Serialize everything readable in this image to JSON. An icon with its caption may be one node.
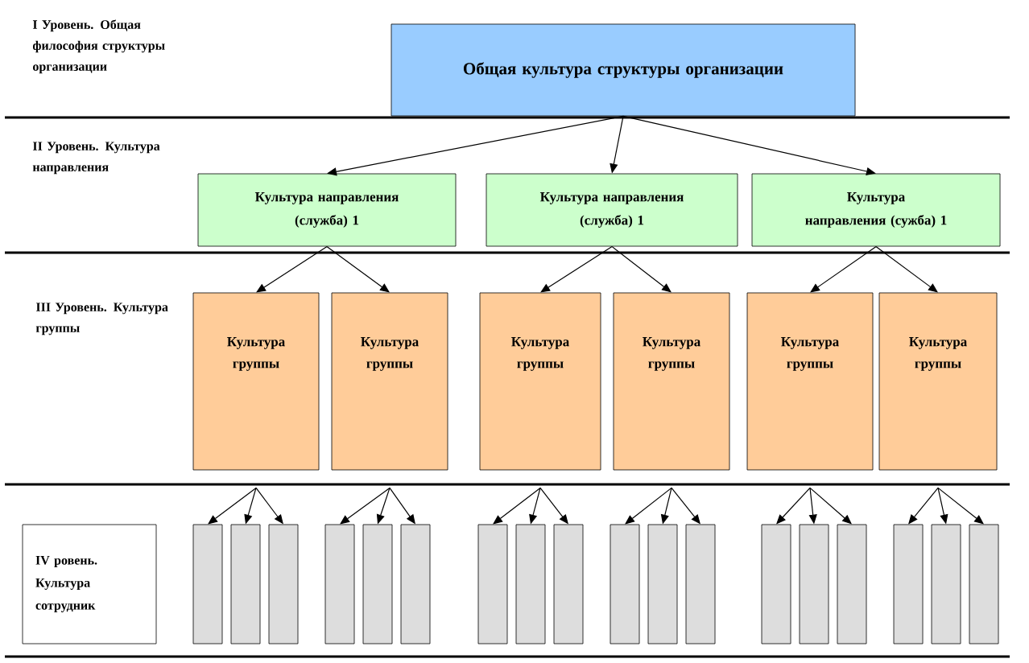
{
  "diagram": {
    "nodes": [
      {
        "text": [
          "Общая культура структуры организации"
        ]
      },
      {
        "text": [
          "Культура направления (служба) 1"
        ]
      },
      {
        "text": [
          "Культура направления (службa) 1"
        ]
      },
      {
        "text": [
          "Культура направления (сужба) 1"
        ]
      },
      {
        "text": [
          "Культура группы"
        ]
      },
      {
        "text": [
          "Культура группы"
        ]
      },
      {
        "text": [
          "Культура группы"
        ]
      },
      {
        "text": [
          "Культура группы"
        ]
      },
      {
        "text": [
          "Культура группы"
        ]
      },
      {
        "text": [
          "Культура группы"
        ]
      },
      {
        "text": [
          "IV ровень. Культура сотрудник"
        ]
      },
      {
        "text": [],
        "shape": "box"
      },
      {
        "text": [],
        "shape": "box"
      },
      {
        "text": [],
        "shape": "box"
      },
      {
        "text": [],
        "shape": "box"
      },
      {
        "text": [],
        "shape": "box"
      },
      {
        "text": [],
        "shape": "box"
      },
      {
        "text": [],
        "shape": "box"
      },
      {
        "text": [],
        "shape": "box"
      },
      {
        "text": [],
        "shape": "box"
      },
      {
        "text": [],
        "shape": "box"
      },
      {
        "text": [],
        "shape": "box"
      },
      {
        "text": [],
        "shape": "box"
      },
      {
        "text": [],
        "shape": "box"
      },
      {
        "text": [],
        "shape": "box"
      },
      {
        "text": [],
        "shape": "box"
      },
      {
        "text": [],
        "shape": "box"
      },
      {
        "text": [],
        "shape": "box"
      },
      {
        "text": [],
        "shape": "box"
      }
    ],
    "edges": [
      {
        "from": 0,
        "to": 1,
        "arrow": "to"
      },
      {
        "from": 0,
        "to": 2,
        "arrow": "to"
      },
      {
        "from": 0,
        "to": 3,
        "arrow": "to"
      },
      {
        "from": 1,
        "to": 4,
        "arrow": "to"
      },
      {
        "from": 1,
        "to": 5,
        "arrow": "to"
      },
      {
        "from": 2,
        "to": 6,
        "arrow": "to"
      },
      {
        "from": 2,
        "to": 7,
        "arrow": "to"
      },
      {
        "from": 3,
        "to": 8,
        "arrow": "to"
      },
      {
        "from": 3,
        "to": 9,
        "arrow": "to"
      },
      {
        "from": 4,
        "to": 11,
        "arrow": "to"
      },
      {
        "from": 4,
        "to": 12,
        "arrow": "to"
      },
      {
        "from": 4,
        "to": 13,
        "arrow": "to"
      },
      {
        "from": 5,
        "to": 14,
        "arrow": "to"
      },
      {
        "from": 5,
        "to": 15,
        "arrow": "to"
      },
      {
        "from": 5,
        "to": 16,
        "arrow": "to"
      },
      {
        "from": 6,
        "to": 17,
        "arrow": "to"
      },
      {
        "from": 6,
        "to": 18,
        "arrow": "to"
      },
      {
        "from": 6,
        "to": 19,
        "arrow": "to"
      },
      {
        "from": 7,
        "to": 20,
        "arrow": "to"
      },
      {
        "from": 7,
        "to": 21,
        "arrow": "to"
      },
      {
        "from": 7,
        "to": 22,
        "arrow": "to"
      },
      {
        "from": 8,
        "to": 23,
        "arrow": "to"
      },
      {
        "from": 8,
        "to": 24,
        "arrow": "to"
      },
      {
        "from": 8,
        "to": 25,
        "arrow": "to"
      },
      {
        "from": 9,
        "to": 26,
        "arrow": "to"
      },
      {
        "from": 9,
        "to": 27,
        "arrow": "to"
      },
      {
        "from": 9,
        "to": 28,
        "arrow": "to"
      }
    ],
    "labels": [
      "I Уровень. Общая философия структуры организации",
      "II Уровень. Культура направления",
      "III Уровень. Культура группы"
    ]
  }
}
